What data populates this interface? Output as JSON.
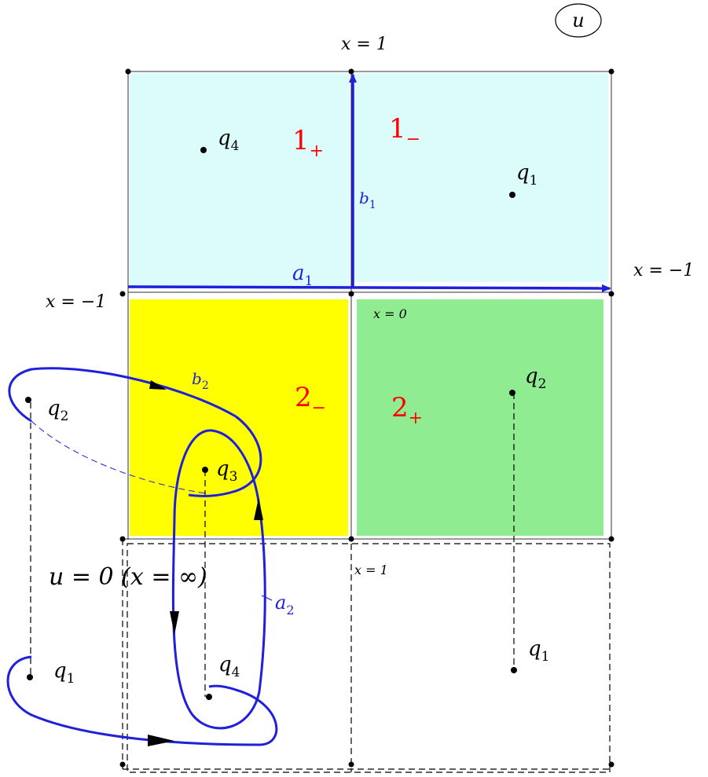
{
  "corner_label": "u",
  "edge_labels": {
    "top_x1": "x = 1",
    "right_xm1": "x = −1",
    "left_xm1": "x = −1",
    "center_x0": "x = 0",
    "lower_x1": "x = 1"
  },
  "sheet_labels": {
    "one_plus": {
      "main": "1",
      "sub": "+"
    },
    "one_minus": {
      "main": "1",
      "sub": "−"
    },
    "two_minus": {
      "main": "2",
      "sub": "−"
    },
    "two_plus": {
      "main": "2",
      "sub": "+"
    }
  },
  "points": {
    "q4_top": {
      "main": "q",
      "sub": "4"
    },
    "q1_top": {
      "main": "q",
      "sub": "1"
    },
    "q2_right": {
      "main": "q",
      "sub": "2"
    },
    "q2_left": {
      "main": "q",
      "sub": "2"
    },
    "q3": {
      "main": "q",
      "sub": "3"
    },
    "q1_left": {
      "main": "q",
      "sub": "1"
    },
    "q4_bottom": {
      "main": "q",
      "sub": "4"
    },
    "q1_bottom_right": {
      "main": "q",
      "sub": "1"
    }
  },
  "cycles": {
    "a1": {
      "main": "a",
      "sub": "1"
    },
    "b1": {
      "main": "b",
      "sub": "1"
    },
    "a2": {
      "main": "a",
      "sub": "2"
    },
    "b2": {
      "main": "b",
      "sub": "2"
    }
  },
  "infinity_label": "u = 0 (x = ∞)",
  "colors": {
    "top_sheet": "#dcfcfc",
    "yellow_sheet": "#ffff00",
    "green_sheet": "#90ec90",
    "cycle_blue": "#1f1fdc",
    "sheet_label_red": "#ff0000"
  }
}
